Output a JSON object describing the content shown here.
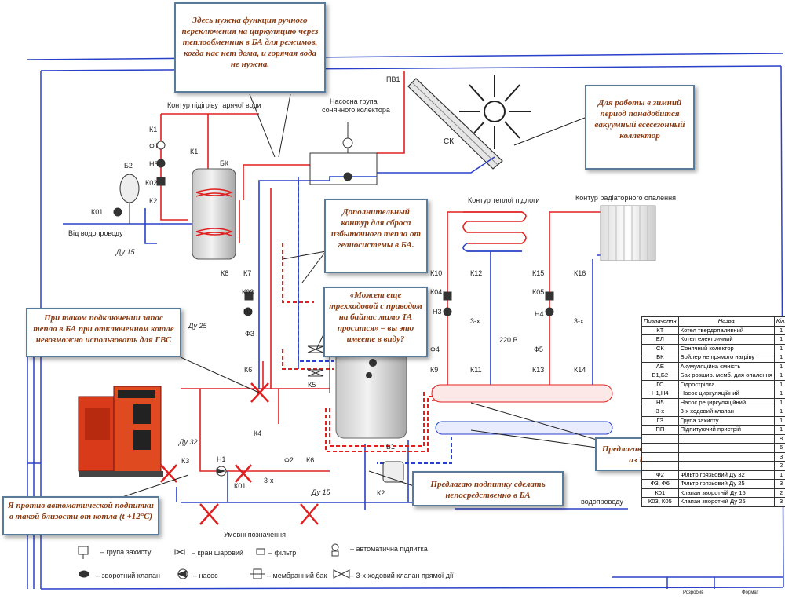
{
  "callouts": {
    "top": "Здесь нужна функция ручного переключения на циркуляцию через теплообменник в БА для режимов, когда нас нет дома, и горячая вода не нужна.",
    "winter": "Для работы в зимний период понадобится вакуумный всесезонный коллектор",
    "extra_loop": "Дополнительный контур для сброса избыточного тепла от гелиосистемы в БА.",
    "threeway": "«Может еще трехходовой с приводом на байпас мимо ТА просится» – вы это имеете в виду?",
    "boiler_off": "При таком подключении запас тепла в БА при отключенном котле невозможно использовать для ГВС",
    "dhw": "Предлагаю тепло для ГВС отбирать из БА с общей гребенки",
    "makeup_ba": "Предлагаю подпитку сделать непосредственно в БА",
    "auto_makeup": "Я против автоматической подпитки в такой близости от котла (t +12°C)"
  },
  "labels": {
    "dhw_loop": "Контур підігріву гарячої води",
    "pump_group": "Насосна група",
    "pump_group2": "сонячного колектора",
    "pv1": "ПВ1",
    "sk": "СК",
    "floor": "Контур теплої підлоги",
    "radiator": "Контур радіаторного опалення",
    "water_in": "Від водопроводу",
    "water_out": "водопроводу",
    "du15a": "Ду 15",
    "du15b": "Ду 15",
    "du25": "Ду 25",
    "du32": "Ду 32",
    "v220": "220 В",
    "b1": "Б1",
    "b2": "Б2",
    "bk": "БК",
    "legend_title": "Умовні позначення",
    "stamp1": "Розробив",
    "stamp2": "Формат"
  },
  "valves": {
    "k1a": "К1",
    "k1b": "К1",
    "f1": "Ф1",
    "h5": "Н5",
    "k02": "К02",
    "k2a": "К2",
    "k01a": "К01",
    "k8": "К8",
    "k7": "К7",
    "k03": "К03",
    "h2": "Н2",
    "f3": "Ф3",
    "k6": "К6",
    "k5": "К5",
    "k4": "К4",
    "k3": "К3",
    "h1": "Н1",
    "k01b": "К01",
    "f2": "Ф2",
    "k6b": "К6",
    "threeway1": "3-х",
    "k2b": "К2",
    "k10": "К10",
    "k04": "К04",
    "h3": "Н3",
    "k12": "К12",
    "threeway2": "3-х",
    "f4": "Ф4",
    "k9": "К9",
    "k11": "К11",
    "k15": "К15",
    "k05": "К05",
    "h4": "Н4",
    "k16": "К16",
    "threeway3": "3-х",
    "f5": "Ф5",
    "k13": "К13",
    "k14": "К14"
  },
  "legend": [
    "– група захисту",
    "– кран шаровий",
    "– фільтр",
    "– автоматична підпитка",
    "– зворотний клапан",
    "– насос",
    "– мембранний бак",
    "– 3-х ходовий клапан прямої дії"
  ],
  "spec_table": {
    "headers": [
      "Позначення",
      "Назва",
      "Кіл."
    ],
    "rows": [
      [
        "КТ",
        "Котел твердопаливний",
        "1"
      ],
      [
        "ЕЛ",
        "Котел електричний",
        "1"
      ],
      [
        "СК",
        "Сонячний колектор",
        "1"
      ],
      [
        "БК",
        "Бойлер не прямого нагріву",
        "1"
      ],
      [
        "АЕ",
        "Акумуляційна ємність",
        "1"
      ],
      [
        "Б1,Б2",
        "Бак розшир. мемб. для опалення",
        "1"
      ],
      [
        "ГС",
        "Гідрострілка",
        "1"
      ],
      [
        "Н1,Н4",
        "Насос циркуляційний",
        "1"
      ],
      [
        "Н5",
        "Насос рециркуляційний",
        "1"
      ],
      [
        "3-х",
        "3-х ходовий клапан",
        "1"
      ],
      [
        "ГЗ",
        "Група захисту",
        "1"
      ],
      [
        "ПП",
        "Підпитуючий пристрій",
        "1"
      ],
      [
        "",
        "",
        "8"
      ],
      [
        "",
        "",
        "6"
      ],
      [
        "",
        "",
        "3"
      ],
      [
        "",
        "",
        "2"
      ],
      [
        "Ф2",
        "Фільтр грязьовий Ду 32",
        "1"
      ],
      [
        "Ф3, Ф6",
        "Фільтр грязьовий Ду 25",
        "3"
      ],
      [
        "К01",
        "Клапан зворотній Ду 15",
        "2"
      ],
      [
        "К03, К05",
        "Клапан зворотній Ду 25",
        "3"
      ]
    ]
  },
  "colors": {
    "supply": "#e02020",
    "return": "#2a40c8",
    "frame": "#2a40c8",
    "callout_text": "#8a3a10",
    "boiler": "#d83a1a"
  }
}
